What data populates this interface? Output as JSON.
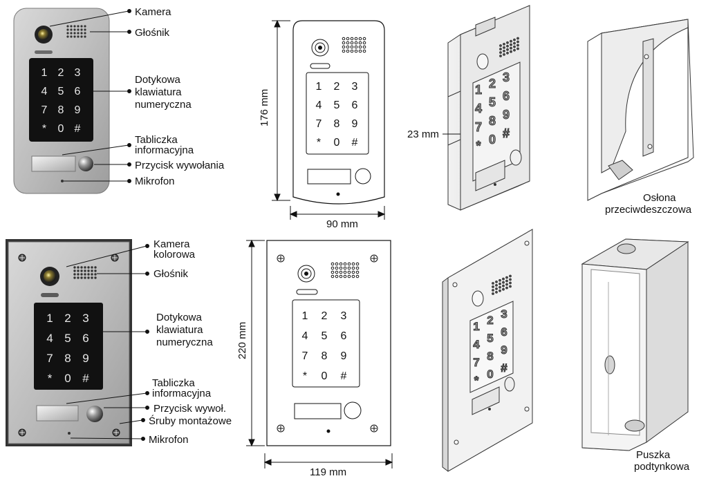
{
  "keypad_keys": [
    "1",
    "2",
    "3",
    "4",
    "5",
    "6",
    "7",
    "8",
    "9",
    "*",
    "0",
    "#"
  ],
  "top_panel": {
    "labels": {
      "camera": "Kamera",
      "speaker": "Głośnik",
      "keypad_l1": "Dotykowa",
      "keypad_l2": "klawiatura",
      "keypad_l3": "numeryczna",
      "nameplate_l1": "Tabliczka",
      "nameplate_l2": "informacyjna",
      "call_button": "Przycisk wywołania",
      "microphone": "Mikrofon"
    },
    "height": "176 mm",
    "width": "90 mm",
    "depth": "23 mm",
    "rain_cover_l1": "Osłona",
    "rain_cover_l2": "przeciwdeszczowa"
  },
  "bottom_panel": {
    "labels": {
      "camera_l1": "Kamera",
      "camera_l2": "kolorowa",
      "speaker": "Głośnik",
      "keypad_l1": "Dotykowa",
      "keypad_l2": "klawiatura",
      "keypad_l3": "numeryczna",
      "nameplate_l1": "Tabliczka",
      "nameplate_l2": "informacyjna",
      "call_button": "Przycisk wywoł.",
      "screws": "Śruby montażowe",
      "microphone": "Mikrofon"
    },
    "height": "220 mm",
    "width": "119 mm",
    "box_l1": "Puszka",
    "box_l2": "podtynkowa"
  }
}
